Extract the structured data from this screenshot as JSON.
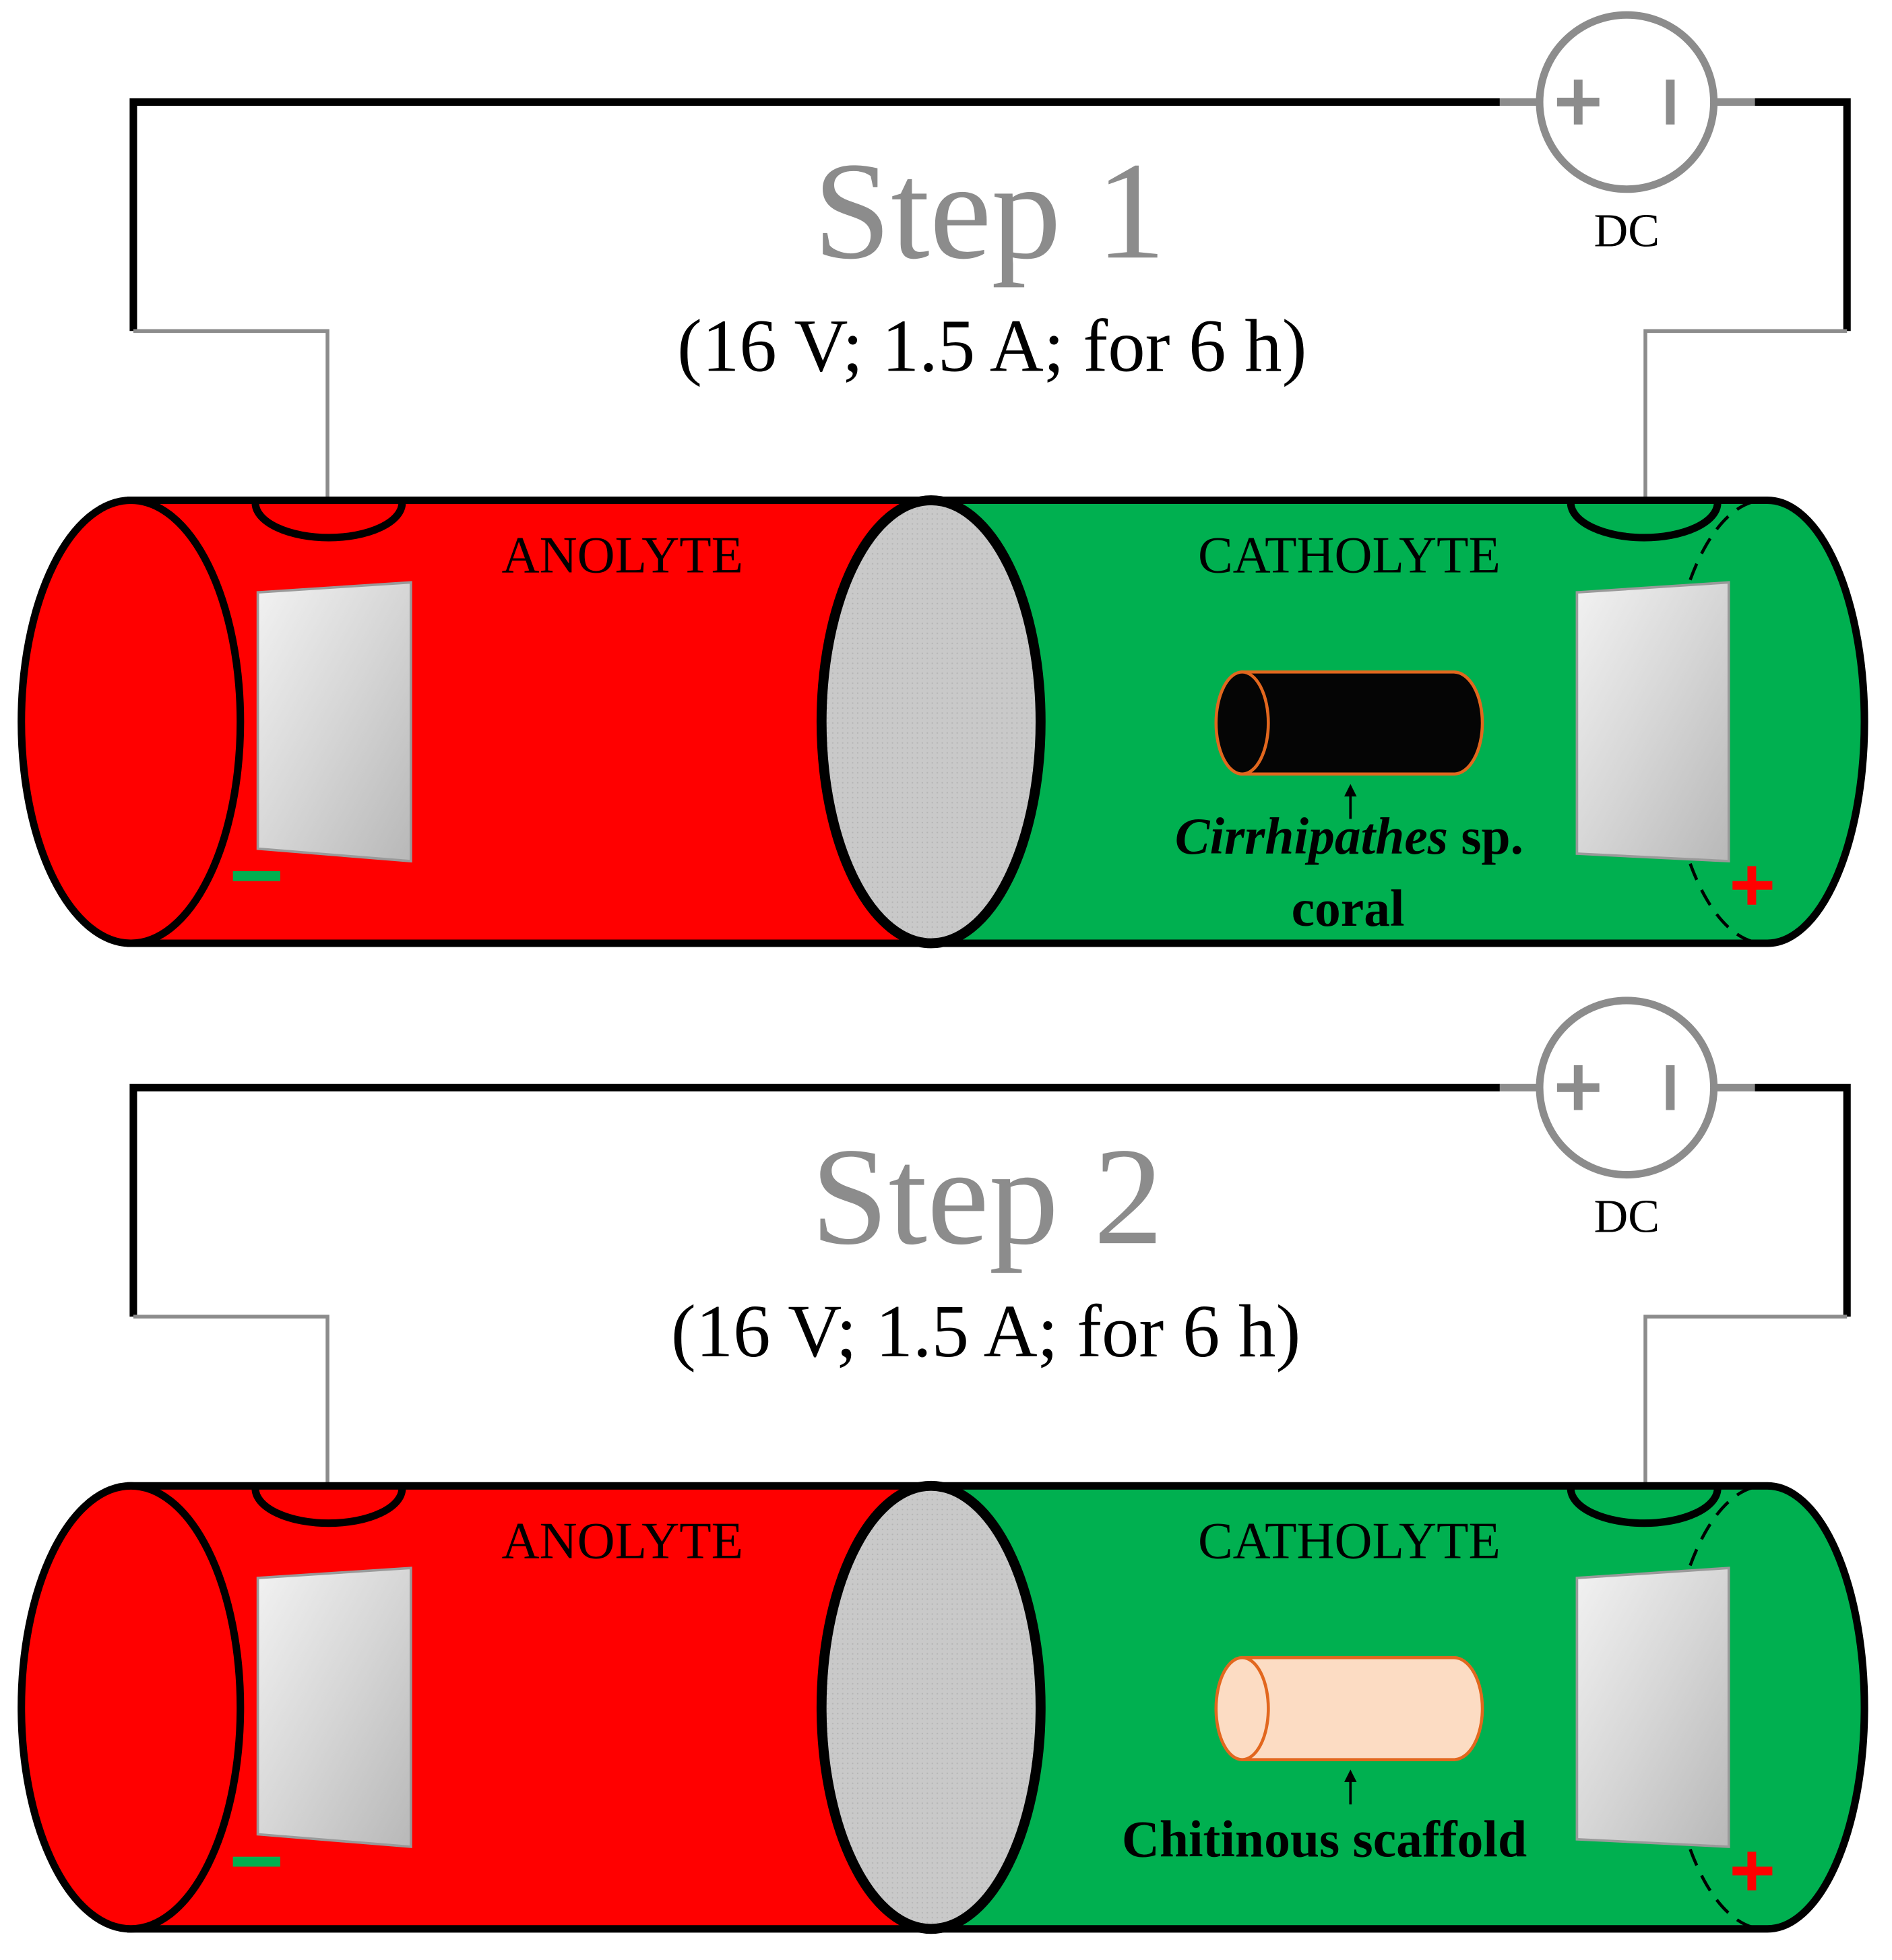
{
  "panels": [
    {
      "step_title": "Step 1",
      "conditions": "(16 V; 1.5 A; for 6 h)",
      "power_source_label": "DC",
      "anode_label": "ANOLYTE",
      "cathode_label": "CATHOLYTE",
      "sample_label_italic": "Cirrhipathes",
      "sample_label_rest": " sp.",
      "sample_label_line2": "coral",
      "sample_fill": "#050505",
      "sample_stroke": "#e2671e"
    },
    {
      "step_title": "Step 2",
      "conditions": "(16 V; 1.5 A; for 6 h)",
      "power_source_label": "DC",
      "anode_label": "ANOLYTE",
      "cathode_label": "CATHOLYTE",
      "sample_label_italic": "",
      "sample_label_rest": "Chitinous scaffold",
      "sample_label_line2": "",
      "sample_fill": "#fcdcc3",
      "sample_stroke": "#e2671e"
    }
  ],
  "colors": {
    "anolyte": "#ff0000",
    "catholyte": "#00b050",
    "membrane": "#c8c8c8",
    "title_gray": "#8c8c8c",
    "wire_gray": "#8c8c8c",
    "wire_black": "#000000",
    "minus_sign": "#00b050",
    "plus_sign": "#ff0000"
  },
  "icons": {
    "negative": "minus-sign-icon",
    "positive": "plus-sign-icon",
    "power": "dc-source-icon"
  }
}
